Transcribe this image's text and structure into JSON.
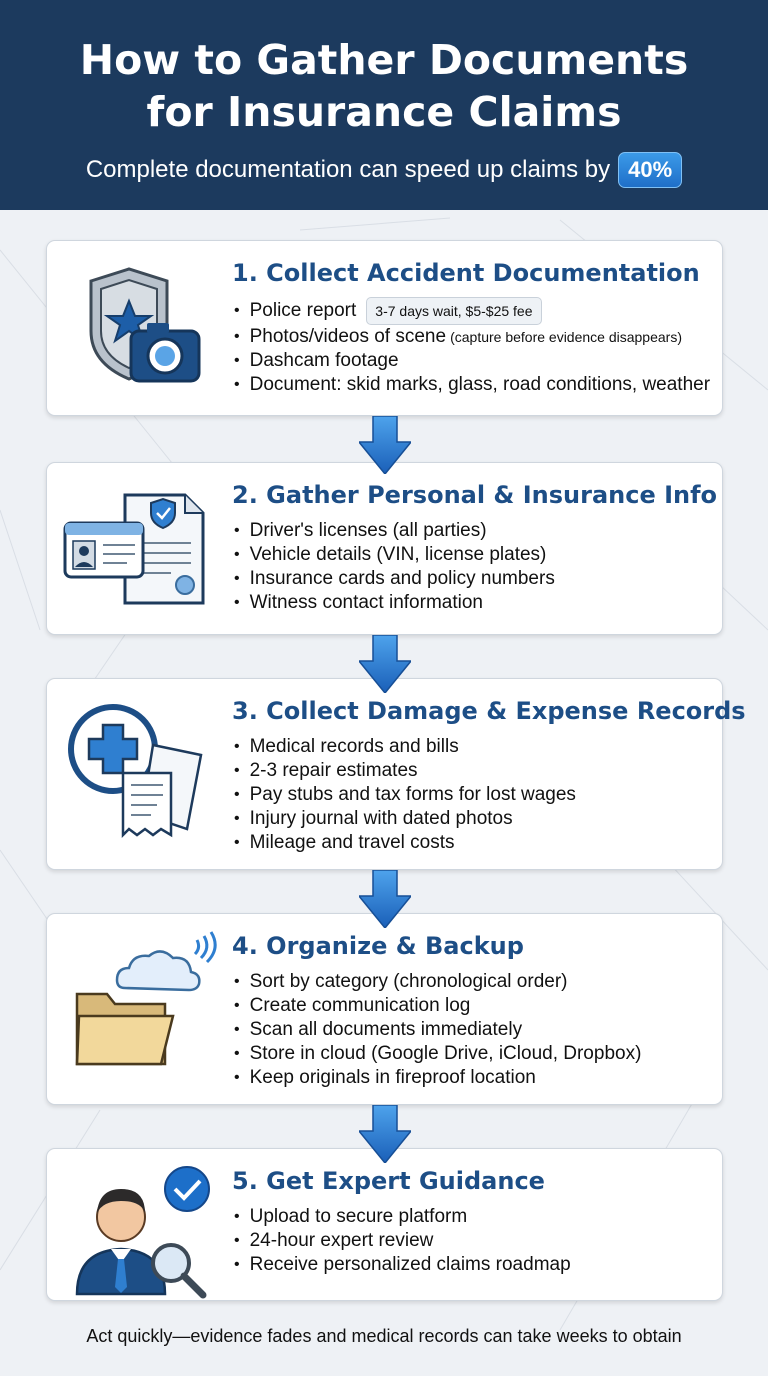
{
  "header": {
    "title_line1": "How to Gather Documents",
    "title_line2": "for Insurance Claims",
    "subtitle": "Complete documentation can speed up claims by",
    "badge": "40%"
  },
  "steps": [
    {
      "title": "1. Collect Accident Documentation",
      "icon": "police-badge-and-camera-icon",
      "items": [
        {
          "text": "Police report",
          "tag": "3-7 days wait, $5-$25 fee"
        },
        {
          "text": "Photos/videos of scene",
          "note": "(capture before evidence disappears)"
        },
        {
          "text": "Dashcam footage"
        },
        {
          "text": "Document: skid marks, glass, road conditions, weather"
        }
      ]
    },
    {
      "title": "2. Gather Personal & Insurance Info",
      "icon": "id-card-and-policy-document-icon",
      "items": [
        {
          "text": "Driver's licenses (all parties)"
        },
        {
          "text": "Vehicle details (VIN, license plates)"
        },
        {
          "text": "Insurance cards and policy numbers"
        },
        {
          "text": "Witness contact information"
        }
      ]
    },
    {
      "title": "3. Collect Damage & Expense Records",
      "icon": "medical-cross-and-receipts-icon",
      "items": [
        {
          "text": "Medical records and bills"
        },
        {
          "text": "2-3 repair estimates"
        },
        {
          "text": "Pay stubs and tax forms for lost wages"
        },
        {
          "text": "Injury journal with dated photos"
        },
        {
          "text": "Mileage and travel costs"
        }
      ]
    },
    {
      "title": "4. Organize & Backup",
      "icon": "cloud-and-folder-icon",
      "items": [
        {
          "text": "Sort by category (chronological order)"
        },
        {
          "text": "Create communication log"
        },
        {
          "text": "Scan all documents immediately"
        },
        {
          "text": "Store in cloud (Google Drive, iCloud, Dropbox)"
        },
        {
          "text": "Keep originals in fireproof location"
        }
      ]
    },
    {
      "title": "5. Get Expert Guidance",
      "icon": "expert-with-magnifier-icon",
      "items": [
        {
          "text": "Upload to secure platform"
        },
        {
          "text": "24-hour expert review"
        },
        {
          "text": "Receive personalized claims roadmap"
        }
      ]
    }
  ],
  "footer": "Act quickly—evidence fades and medical records can take weeks to obtain",
  "colors": {
    "header_bg": "#1c3a5e",
    "title_blue": "#1d4e86",
    "arrow_blue": "#2a7bd4",
    "badge_blue": "#2a83dc"
  }
}
